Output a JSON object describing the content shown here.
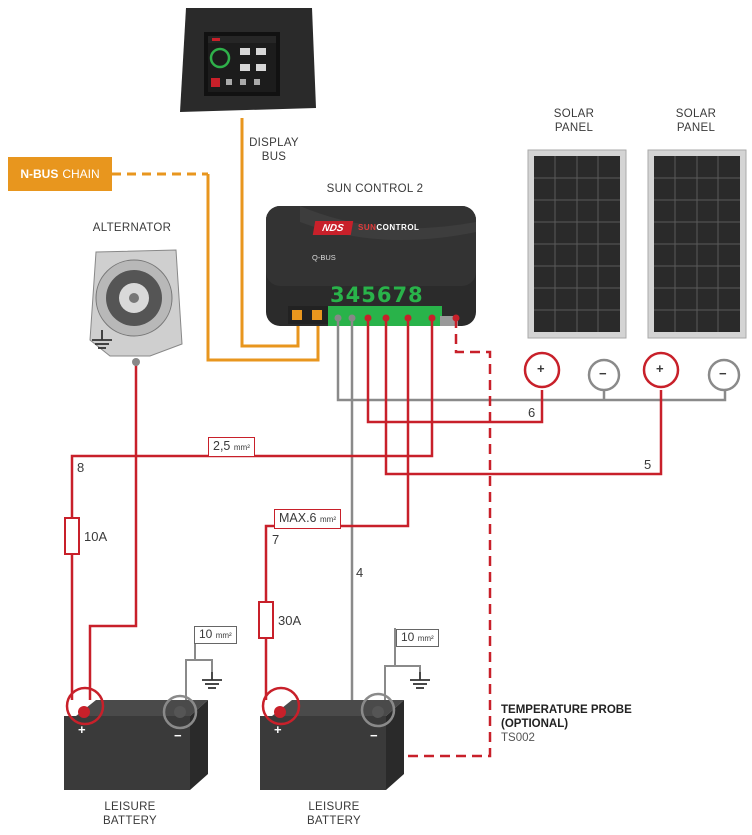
{
  "labels": {
    "display_bus": [
      "DISPLAY",
      "BUS"
    ],
    "nbus_bold": "N-BUS",
    "nbus_rest": "CHAIN",
    "sun_control": "SUN CONTROL 2",
    "alternator": "ALTERNATOR",
    "solar_panel_1": [
      "SOLAR",
      "PANEL"
    ],
    "solar_panel_2": [
      "SOLAR",
      "PANEL"
    ],
    "leisure_battery_1": [
      "LEISURE",
      "BATTERY"
    ],
    "leisure_battery_2": [
      "LEISURE",
      "BATTERY"
    ],
    "probe_title_1": "TEMPERATURE PROBE",
    "probe_title_2": "(OPTIONAL)",
    "probe_model": "TS002"
  },
  "controller": {
    "terminals": "345678",
    "brand_nds": "NDS",
    "brand_sun": "SUN",
    "brand_control": "CONTROL",
    "qbus": "Q-BUS"
  },
  "wires": {
    "w6": "6",
    "w5": "5",
    "w8": "8",
    "w7": "7",
    "w4": "4",
    "cable_8_size": "2,5",
    "cable_7_size": "MAX.6",
    "cable_unit": "mm²",
    "fuse_8": "10A",
    "fuse_7": "30A",
    "ground_1_size": "10",
    "ground_2_size": "10",
    "ground_unit": "mm²"
  },
  "terminals": {
    "plus": "+",
    "minus": "−"
  },
  "colors": {
    "red_wire": "#c8202a",
    "grey_wire": "#8a8a8a",
    "orange_wire": "#e8961e",
    "controller_green": "#29b34a"
  }
}
